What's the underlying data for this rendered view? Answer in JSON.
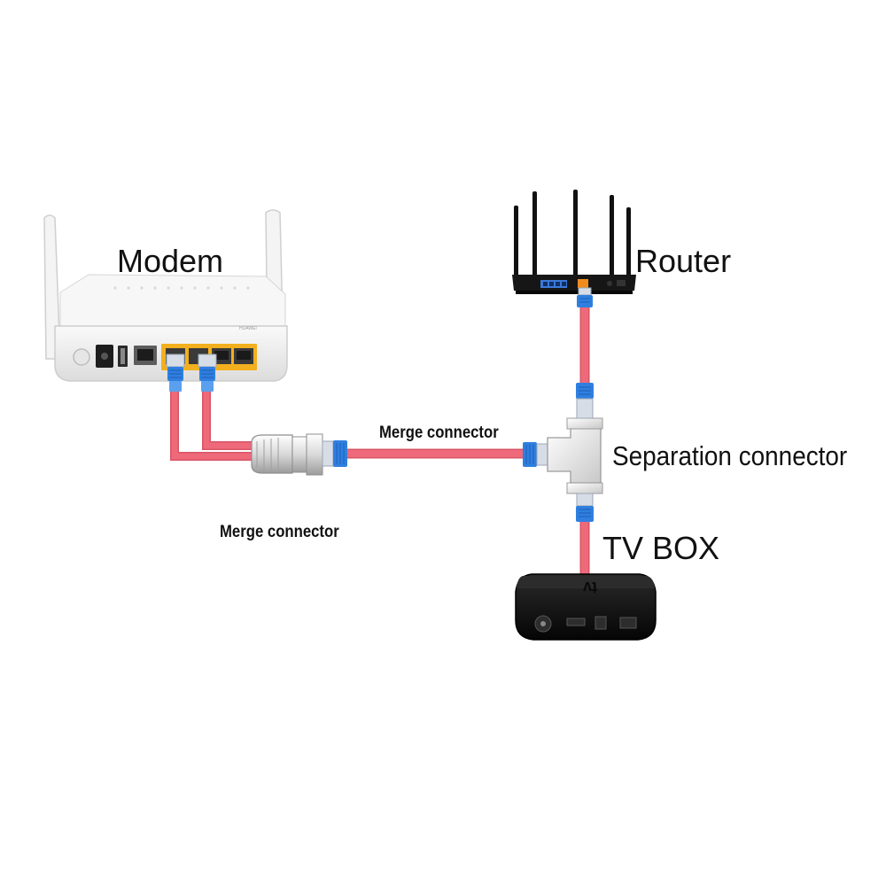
{
  "labels": {
    "modem": "Modem",
    "router": "Router",
    "merge_top": "Merge connector",
    "merge_bottom": "Merge connector",
    "separation": "Separation connector",
    "tv_box": "TV BOX"
  },
  "device_text": {
    "modem_brand": "HUAWEI",
    "tv_logo": "tv"
  },
  "colors": {
    "cable": "#ee6a7b",
    "cable_edge": "#d85466",
    "connector_blue": "#2f7fe0",
    "port_yellow": "#f2b01e",
    "router_port_blue": "#3b78d8",
    "router_port_orange": "#f08c1e",
    "device_white": "#eeeeee",
    "device_black": "#151515",
    "text": "#111111"
  }
}
